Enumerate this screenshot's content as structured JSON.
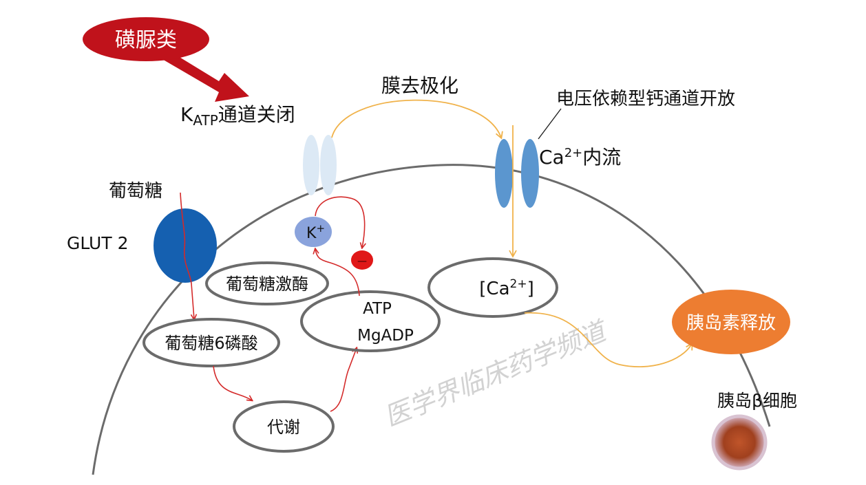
{
  "drug": {
    "label": "磺脲类"
  },
  "katp": {
    "k": "K",
    "sub": "ATP",
    "rest": "通道关闭"
  },
  "depolarization": "膜去极化",
  "vgcc_open": "电压依赖型钙通道开放",
  "ca_influx": {
    "base": "Ca",
    "sup": "2+",
    "rest": "内流"
  },
  "glucose": "葡萄糖",
  "glut2": "GLUT 2",
  "glucokinase": "葡萄糖激酶",
  "g6p": "葡萄糖6磷酸",
  "metabolism": "代谢",
  "atp": "ATP",
  "mgadp": "MgADP",
  "k_ion": {
    "base": "K",
    "sup": "+"
  },
  "minus": "—",
  "ca_conc": {
    "open": "[Ca",
    "sup": "2+",
    "close": "]"
  },
  "insulin_release": "胰岛素释放",
  "beta_cell": "胰岛β细胞",
  "watermark": "医学界临床药学频道",
  "colors": {
    "drug_red": "#c0121b",
    "arrow_red": "#d42a2a",
    "arrow_orange": "#f0b24a",
    "membrane": "#6b6b6b",
    "katp_channel": "#dce9f5",
    "ca_channel": "#5b96cf",
    "glut2": "#1560b0",
    "k_ion": "#8aa3dc",
    "minus": "#e01818",
    "insulin": "#ed7d31"
  }
}
